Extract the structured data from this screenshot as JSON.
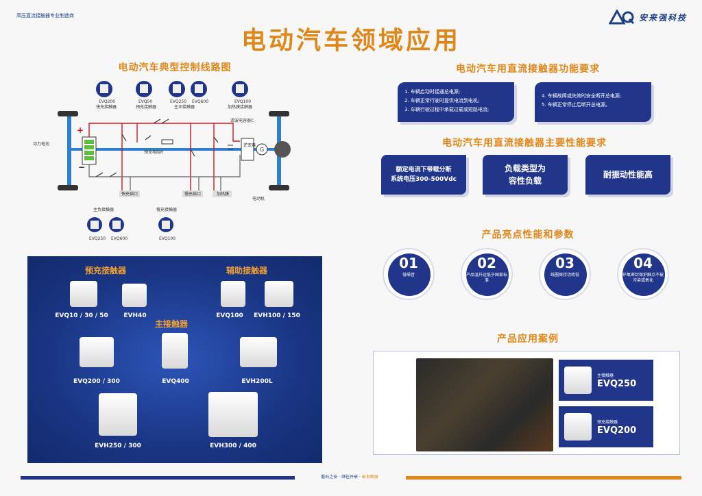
{
  "header": {
    "top_left": "高压直流接触器专业制造商",
    "brand_name": "安来强科技",
    "main_title": "电动汽车领域应用"
  },
  "circuit": {
    "title": "电动汽车典型控制线路图",
    "top_parts": [
      {
        "model": "EVQ200",
        "name": "快充接触器"
      },
      {
        "model": "EVQ50",
        "name": "预充接触器"
      },
      {
        "model": "EVQ250",
        "model2": "EVQ600",
        "name": "主正接触器"
      },
      {
        "model": "EVQ100",
        "name": "加热膜接触器"
      }
    ],
    "labels": {
      "battery": "动力电池",
      "precharge_resistor": "预充电阻R",
      "filter_cap": "滤波电容器C",
      "inverter": "逆变器",
      "motor_letter": "G",
      "motor": "电动机",
      "fast_port": "快充插口",
      "slow_port": "慢充插口",
      "heater": "加热膜",
      "plus": "+",
      "minus": "−"
    },
    "bottom_parts": [
      {
        "name": "主负接触器",
        "model": "EVQ250",
        "model2": "EVQ600"
      },
      {
        "name": "慢充接触器",
        "model": "EVQ100"
      }
    ]
  },
  "function_req": {
    "title": "电动汽车用直流接触器功能要求",
    "box1": [
      "1. 车辆启动时接通总电源;",
      "2. 车辆正常行驶时提供电流到电机;",
      "3. 车辆行驶过程中承载过载或短路电流;"
    ],
    "box2": [
      "4. 车辆故障或失效时安全断开总电源;",
      "5. 车辆正常停止后断开总电源。"
    ]
  },
  "perf_req": {
    "title": "电动汽车用直流接触器主要性能要求",
    "items": [
      {
        "line1": "额定电流下带载分断",
        "line2": "系统电压300-500Vdc"
      },
      {
        "line1": "负载类型为",
        "line2": "容性负载"
      },
      {
        "line1": "耐振动性能高",
        "line2": ""
      }
    ]
  },
  "highlights": {
    "title": "产品亮点性能和参数",
    "items": [
      {
        "num": "01",
        "text": "低噪音"
      },
      {
        "num": "02",
        "text": "产品温升远低于国家标准"
      },
      {
        "num": "03",
        "text": "线圈保持功耗低"
      },
      {
        "num": "04",
        "text": "环氧密封保护触点不被污染或氧化"
      }
    ]
  },
  "products": {
    "precharge_title": "预充接触器",
    "aux_title": "辅助接触器",
    "main_title": "主接触器",
    "labels": [
      "EVQ10 / 30 / 50",
      "EVH40",
      "EVQ100",
      "EVH100 / 150",
      "EVQ200 / 300",
      "EVQ400",
      "EVH200L",
      "EVH250 / 300",
      "EVH300 / 400"
    ]
  },
  "cases": {
    "title": "产品应用案例",
    "items": [
      {
        "type": "主接触器",
        "model": "EVQ250"
      },
      {
        "type": "预充接触器",
        "model": "EVQ200"
      }
    ]
  },
  "footer": {
    "text1": "磐石之安",
    "text2": "继往开来",
    "text3": "奋发图强"
  },
  "colors": {
    "navy": "#21358a",
    "orange": "#e0871a"
  }
}
